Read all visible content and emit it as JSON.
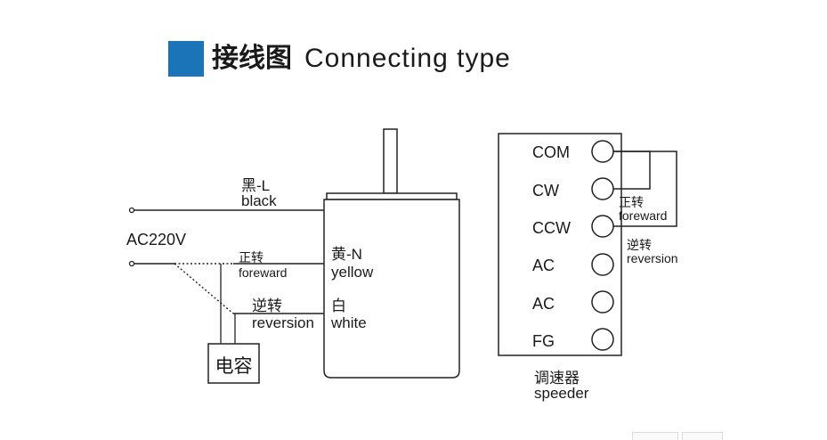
{
  "header": {
    "accent_color": "#1a74b7",
    "title_cn": "接线图",
    "title_en": "Connecting type"
  },
  "motor_wiring": {
    "power_label": "AC220V",
    "black_wire": {
      "cn": "黑-L",
      "en": "black"
    },
    "forward_branch": {
      "cn": "正转",
      "en": "foreward"
    },
    "reversion_branch": {
      "cn": "逆转",
      "en": "reversion"
    },
    "yellow_wire": {
      "cn": "黄-N",
      "en": "yellow"
    },
    "white_wire": {
      "cn": "白",
      "en": "white"
    },
    "capacitor_label": "电容"
  },
  "speeder": {
    "terminals": [
      "COM",
      "CW",
      "CCW",
      "AC",
      "AC",
      "FG"
    ],
    "forward_jumper": {
      "cn": "正转",
      "en": "foreward"
    },
    "reversion_jumper": {
      "cn": "逆转",
      "en": "reversion"
    },
    "caption_cn": "调速器",
    "caption_en": "speeder"
  }
}
